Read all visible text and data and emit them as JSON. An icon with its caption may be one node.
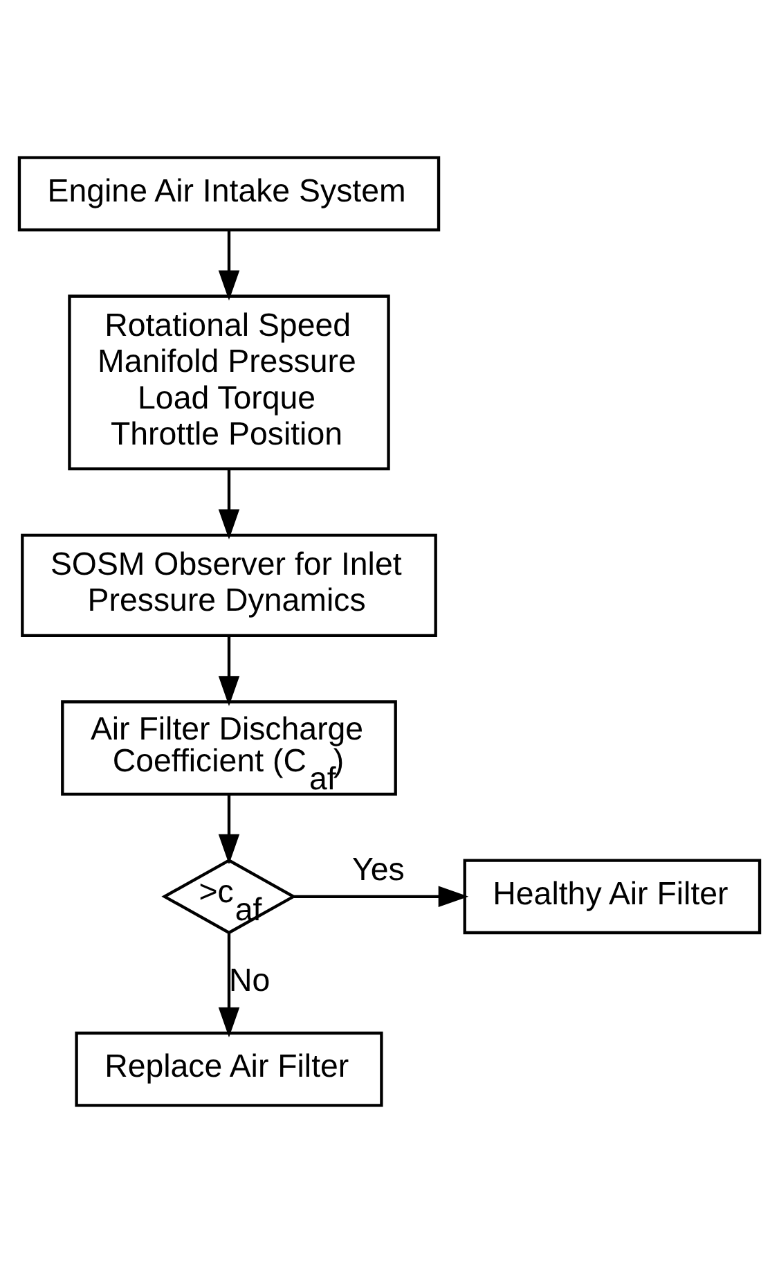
{
  "diagram": {
    "nodes": [
      {
        "text": [
          "Engine Air Intake System"
        ]
      },
      {
        "text": [
          "Rotational Speed",
          "Manifold Pressure",
          "Load Torque",
          "Throttle Position"
        ]
      },
      {
        "text": [
          "SOSM Observer for Inlet Pressure Dynamics"
        ]
      },
      {
        "text": [
          "Air Filter Discharge Coefficient (C$_{af}$)"
        ]
      },
      {
        "text": [
          ">c$_{af}$"
        ]
      },
      {
        "text": [
          "Healthy Air Filter"
        ]
      },
      {
        "text": [
          "Replace Air Filter"
        ]
      }
    ],
    "edges": [
      {
        "from": 0,
        "to": 1,
        "arrow": "to"
      },
      {
        "from": 1,
        "to": 2,
        "arrow": "to"
      },
      {
        "from": 2,
        "to": 3,
        "arrow": "to"
      },
      {
        "from": 3,
        "to": 4,
        "arrow": "to"
      },
      {
        "from": 4,
        "to": 5,
        "arrow": "to",
        "label": "Yes"
      },
      {
        "from": 4,
        "to": 6,
        "arrow": "to",
        "label": "No"
      }
    ]
  }
}
